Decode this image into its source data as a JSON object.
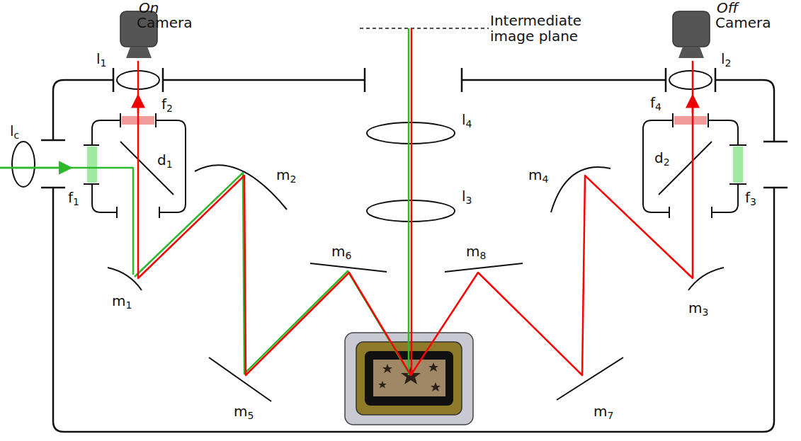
{
  "diagram": {
    "labels": [
      "On",
      "Camera",
      "l1",
      "Intermediate image plane",
      "Off",
      "Camera",
      "l2",
      "f2",
      "f4",
      "lc",
      "d1",
      "l4",
      "m2",
      "m4",
      "d2",
      "f1",
      "f3",
      "l3",
      "m6",
      "m8",
      "m1",
      "m3",
      "m5",
      "m7"
    ]
  }
}
